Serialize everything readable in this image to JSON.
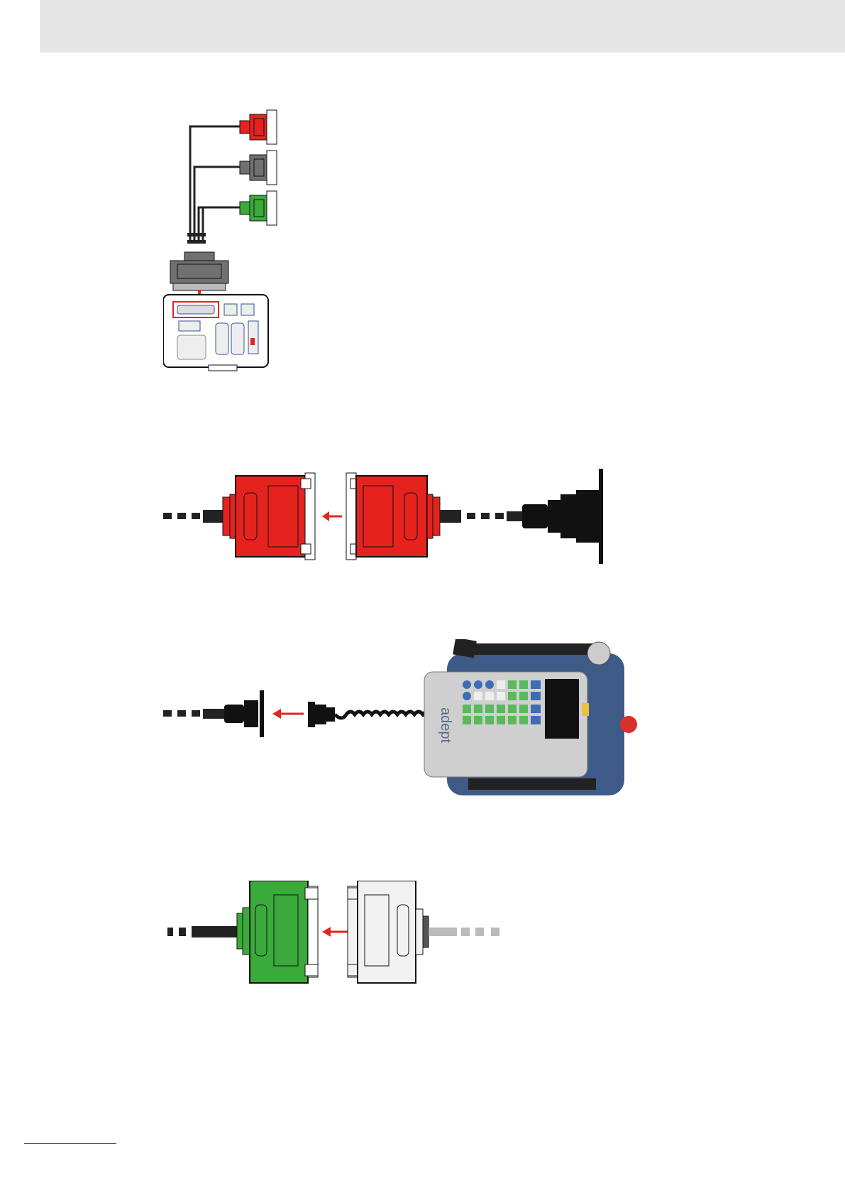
{
  "page": {
    "header": "",
    "figures": [
      {
        "id": "fig1",
        "name": "breakout-cable-to-controller-figure"
      },
      {
        "id": "fig2",
        "name": "red-connector-to-pendant-adapter-figure"
      },
      {
        "id": "fig3",
        "name": "pendant-connection-figure"
      },
      {
        "id": "fig4",
        "name": "green-connector-to-white-connector-figure"
      }
    ]
  },
  "pendant": {
    "brand": "adept"
  },
  "colors": {
    "red": "#e4231f",
    "gray": "#707070",
    "green": "#3aaa3a",
    "white": "#f2f2f2",
    "arrow": "#e4231f",
    "pendant_blue": "#3e5a86",
    "pendant_panel": "#cfcfcf",
    "key_green": "#5cb85c",
    "key_blue": "#3f6db3"
  }
}
